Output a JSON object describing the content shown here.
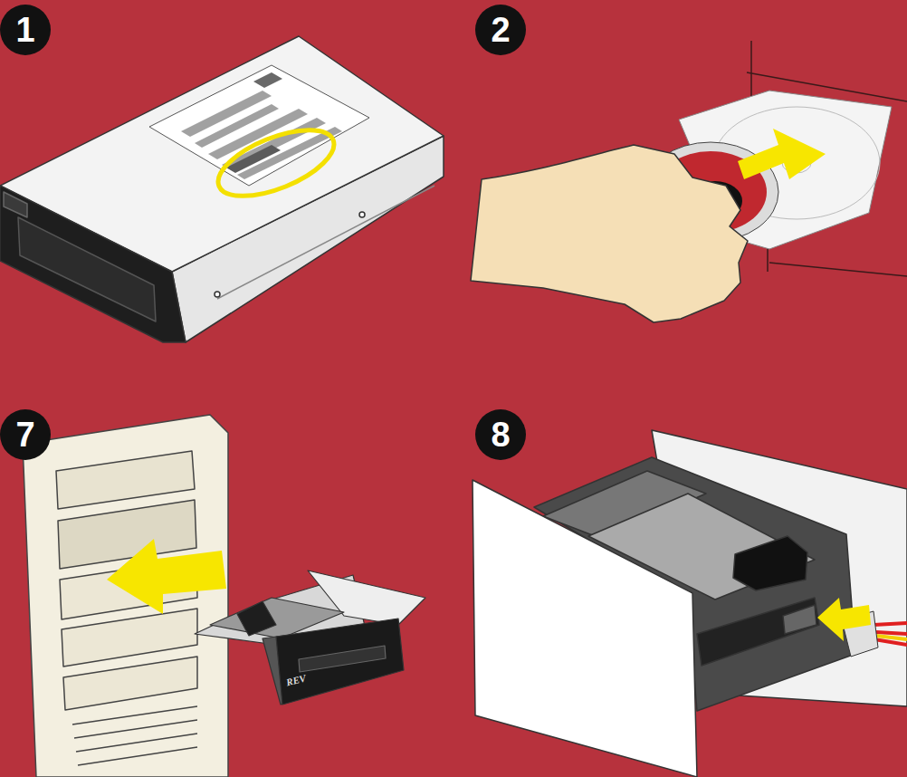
{
  "diagram": {
    "nodes": [
      {
        "text": [
          "1"
        ]
      },
      {
        "text": [
          "2"
        ]
      },
      {
        "text": [
          "7"
        ]
      },
      {
        "text": [
          "8"
        ]
      }
    ],
    "labels": [
      "REV"
    ]
  }
}
